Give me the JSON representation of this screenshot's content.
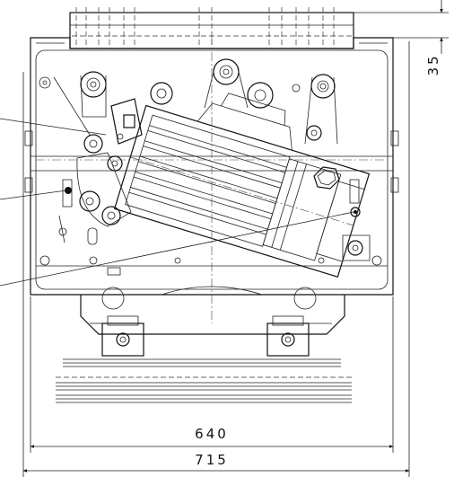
{
  "dimensions": {
    "width_inner": "640",
    "width_outer": "715",
    "top_offset": "35"
  }
}
